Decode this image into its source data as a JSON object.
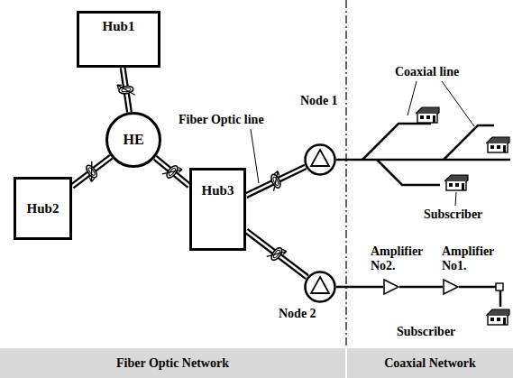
{
  "diagram": {
    "nodes": [
      {
        "text": [
          "Hub1"
        ]
      },
      {
        "text": [
          "HE"
        ]
      },
      {
        "text": [
          "Hub2"
        ]
      },
      {
        "text": [
          "Hub3"
        ]
      },
      {
        "text": [
          "Node 1"
        ]
      },
      {
        "text": [
          "Node 2"
        ]
      },
      {
        "text": [
          "Amplifier No2."
        ]
      },
      {
        "text": [
          "Amplifier No1."
        ]
      },
      {
        "text": [
          "Fiber Optic Network"
        ]
      },
      {
        "text": [
          "Coaxial Network"
        ]
      }
    ],
    "edges": [
      {
        "from": 1,
        "to": 0,
        "arrow": "none"
      },
      {
        "from": 1,
        "to": 2,
        "arrow": "none"
      },
      {
        "from": 1,
        "to": 3,
        "arrow": "none"
      },
      {
        "from": 3,
        "to": 4,
        "arrow": "none"
      },
      {
        "from": 3,
        "to": 5,
        "arrow": "none"
      },
      {
        "from": 5,
        "to": 6,
        "arrow": "none"
      },
      {
        "from": 6,
        "to": 7,
        "arrow": "none"
      }
    ],
    "labels": [
      "Fiber Optic line",
      "Coaxial line",
      "Subscriber",
      "Subscriber"
    ]
  }
}
